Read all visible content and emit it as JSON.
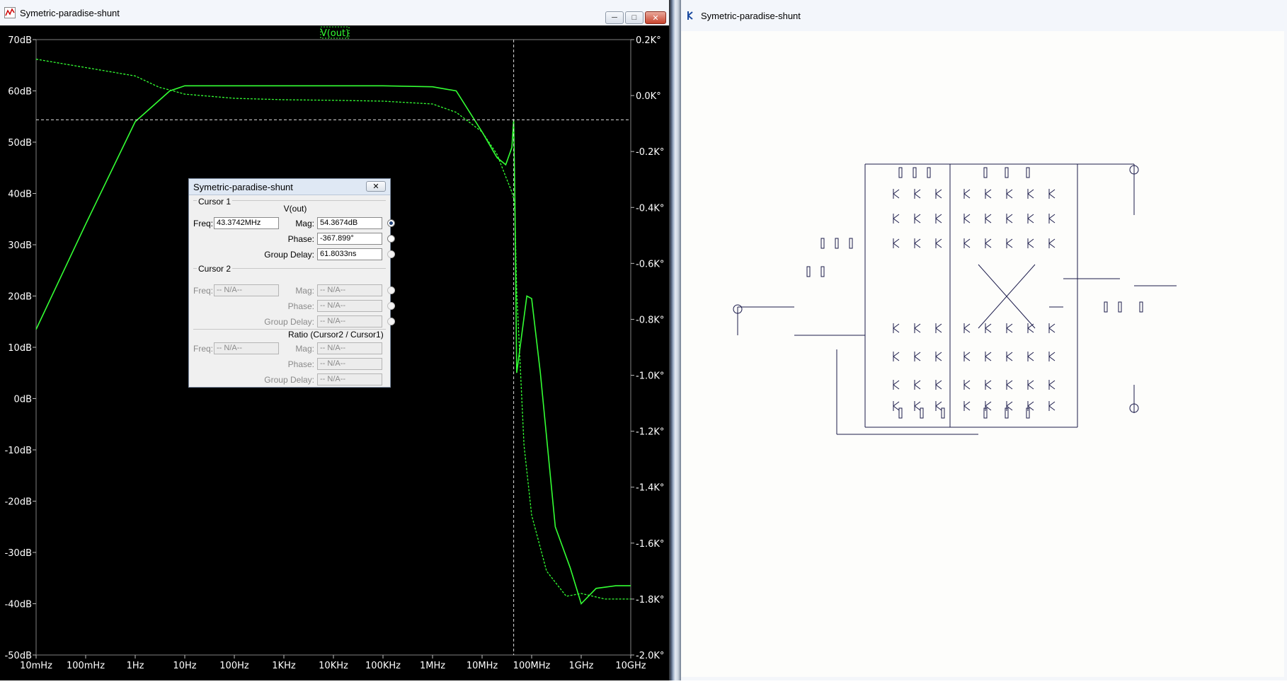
{
  "waveform_window": {
    "title": "Symetric-paradise-shunt",
    "trace_label": "V(out)",
    "trace_color": "#33ff33",
    "left_axis_labels": [
      "70dB",
      "60dB",
      "50dB",
      "40dB",
      "30dB",
      "20dB",
      "10dB",
      "0dB",
      "-10dB",
      "-20dB",
      "-30dB",
      "-40dB",
      "-50dB"
    ],
    "right_axis_labels": [
      "0.2K°",
      "0.0K°",
      "-0.2K°",
      "-0.4K°",
      "-0.6K°",
      "-0.8K°",
      "-1.0K°",
      "-1.2K°",
      "-1.4K°",
      "-1.6K°",
      "-1.8K°",
      "-2.0K°"
    ],
    "x_axis_labels": [
      "10mHz",
      "100mHz",
      "1Hz",
      "10Hz",
      "100Hz",
      "1KHz",
      "10KHz",
      "100KHz",
      "1MHz",
      "10MHz",
      "100MHz",
      "1GHz",
      "10GHz"
    ],
    "buttons": {
      "minimize": "─",
      "maximize": "□",
      "close": "✕"
    }
  },
  "cursor_dialog": {
    "title": "Symetric-paradise-shunt",
    "close": "✕",
    "cursor1": {
      "heading": "Cursor 1",
      "trace": "V(out)",
      "freq_label": "Freq:",
      "freq": "43.3742MHz",
      "mag_label": "Mag:",
      "mag": "54.3674dB",
      "phase_label": "Phase:",
      "phase": "-367.899°",
      "gd_label": "Group Delay:",
      "gd": "61.8033ns"
    },
    "cursor2": {
      "heading": "Cursor 2",
      "freq_label": "Freq:",
      "freq": "-- N/A--",
      "mag_label": "Mag:",
      "mag": "-- N/A--",
      "phase_label": "Phase:",
      "phase": "-- N/A--",
      "gd_label": "Group Delay:",
      "gd": "-- N/A--"
    },
    "ratio": {
      "heading": "Ratio (Cursor2 / Cursor1)",
      "freq_label": "Freq:",
      "freq": "-- N/A--",
      "mag_label": "Mag:",
      "mag": "-- N/A--",
      "phase_label": "Phase:",
      "phase": "-- N/A--",
      "gd_label": "Group Delay:",
      "gd": "-- N/A--"
    }
  },
  "schematic_window": {
    "title": "Symetric-paradise-shunt"
  },
  "chart_data": {
    "type": "line",
    "xscale": "log",
    "xlim": [
      "10mHz",
      "10GHz"
    ],
    "ylim_left_dB": [
      -50,
      70
    ],
    "ylim_right_deg": [
      -2000,
      200
    ],
    "cursor": {
      "freq_hz": 43374200,
      "mag_db": 54.3674
    },
    "series": [
      {
        "name": "V(out)",
        "x_hz": [
          0.01,
          0.1,
          1,
          5,
          10,
          100,
          1000,
          10000,
          100000,
          1000000,
          3000000,
          10000000,
          20000000,
          30000000,
          40000000,
          43374200,
          46000000,
          50000000,
          80000000,
          100000000,
          150000000,
          300000000,
          600000000,
          1000000000,
          2000000000,
          5000000000,
          10000000000
        ],
        "mag_db": [
          13.5,
          34,
          54,
          60,
          61,
          61,
          61,
          61,
          61,
          60.8,
          60,
          52,
          47,
          45.6,
          49,
          54.4,
          38,
          5,
          20,
          19.5,
          5,
          -25,
          -33,
          -40,
          -37,
          -36.5,
          -36.5
        ]
      },
      {
        "name": "phase",
        "x_hz": [
          0.01,
          0.1,
          1,
          3,
          5,
          10,
          100,
          1000,
          10000,
          100000,
          1000000,
          3000000,
          10000000,
          20000000,
          30000000,
          40000000,
          43374200,
          46000000,
          50000000,
          70000000,
          100000000,
          200000000,
          500000000,
          1000000000,
          3000000000,
          10000000000
        ],
        "phase_deg": [
          130,
          100,
          70,
          30,
          20,
          5,
          -10,
          -15,
          -17,
          -20,
          -30,
          -60,
          -130,
          -210,
          -290,
          -345,
          -368,
          -420,
          -700,
          -1250,
          -1500,
          -1700,
          -1790,
          -1780,
          -1800,
          -1800
        ]
      }
    ]
  }
}
